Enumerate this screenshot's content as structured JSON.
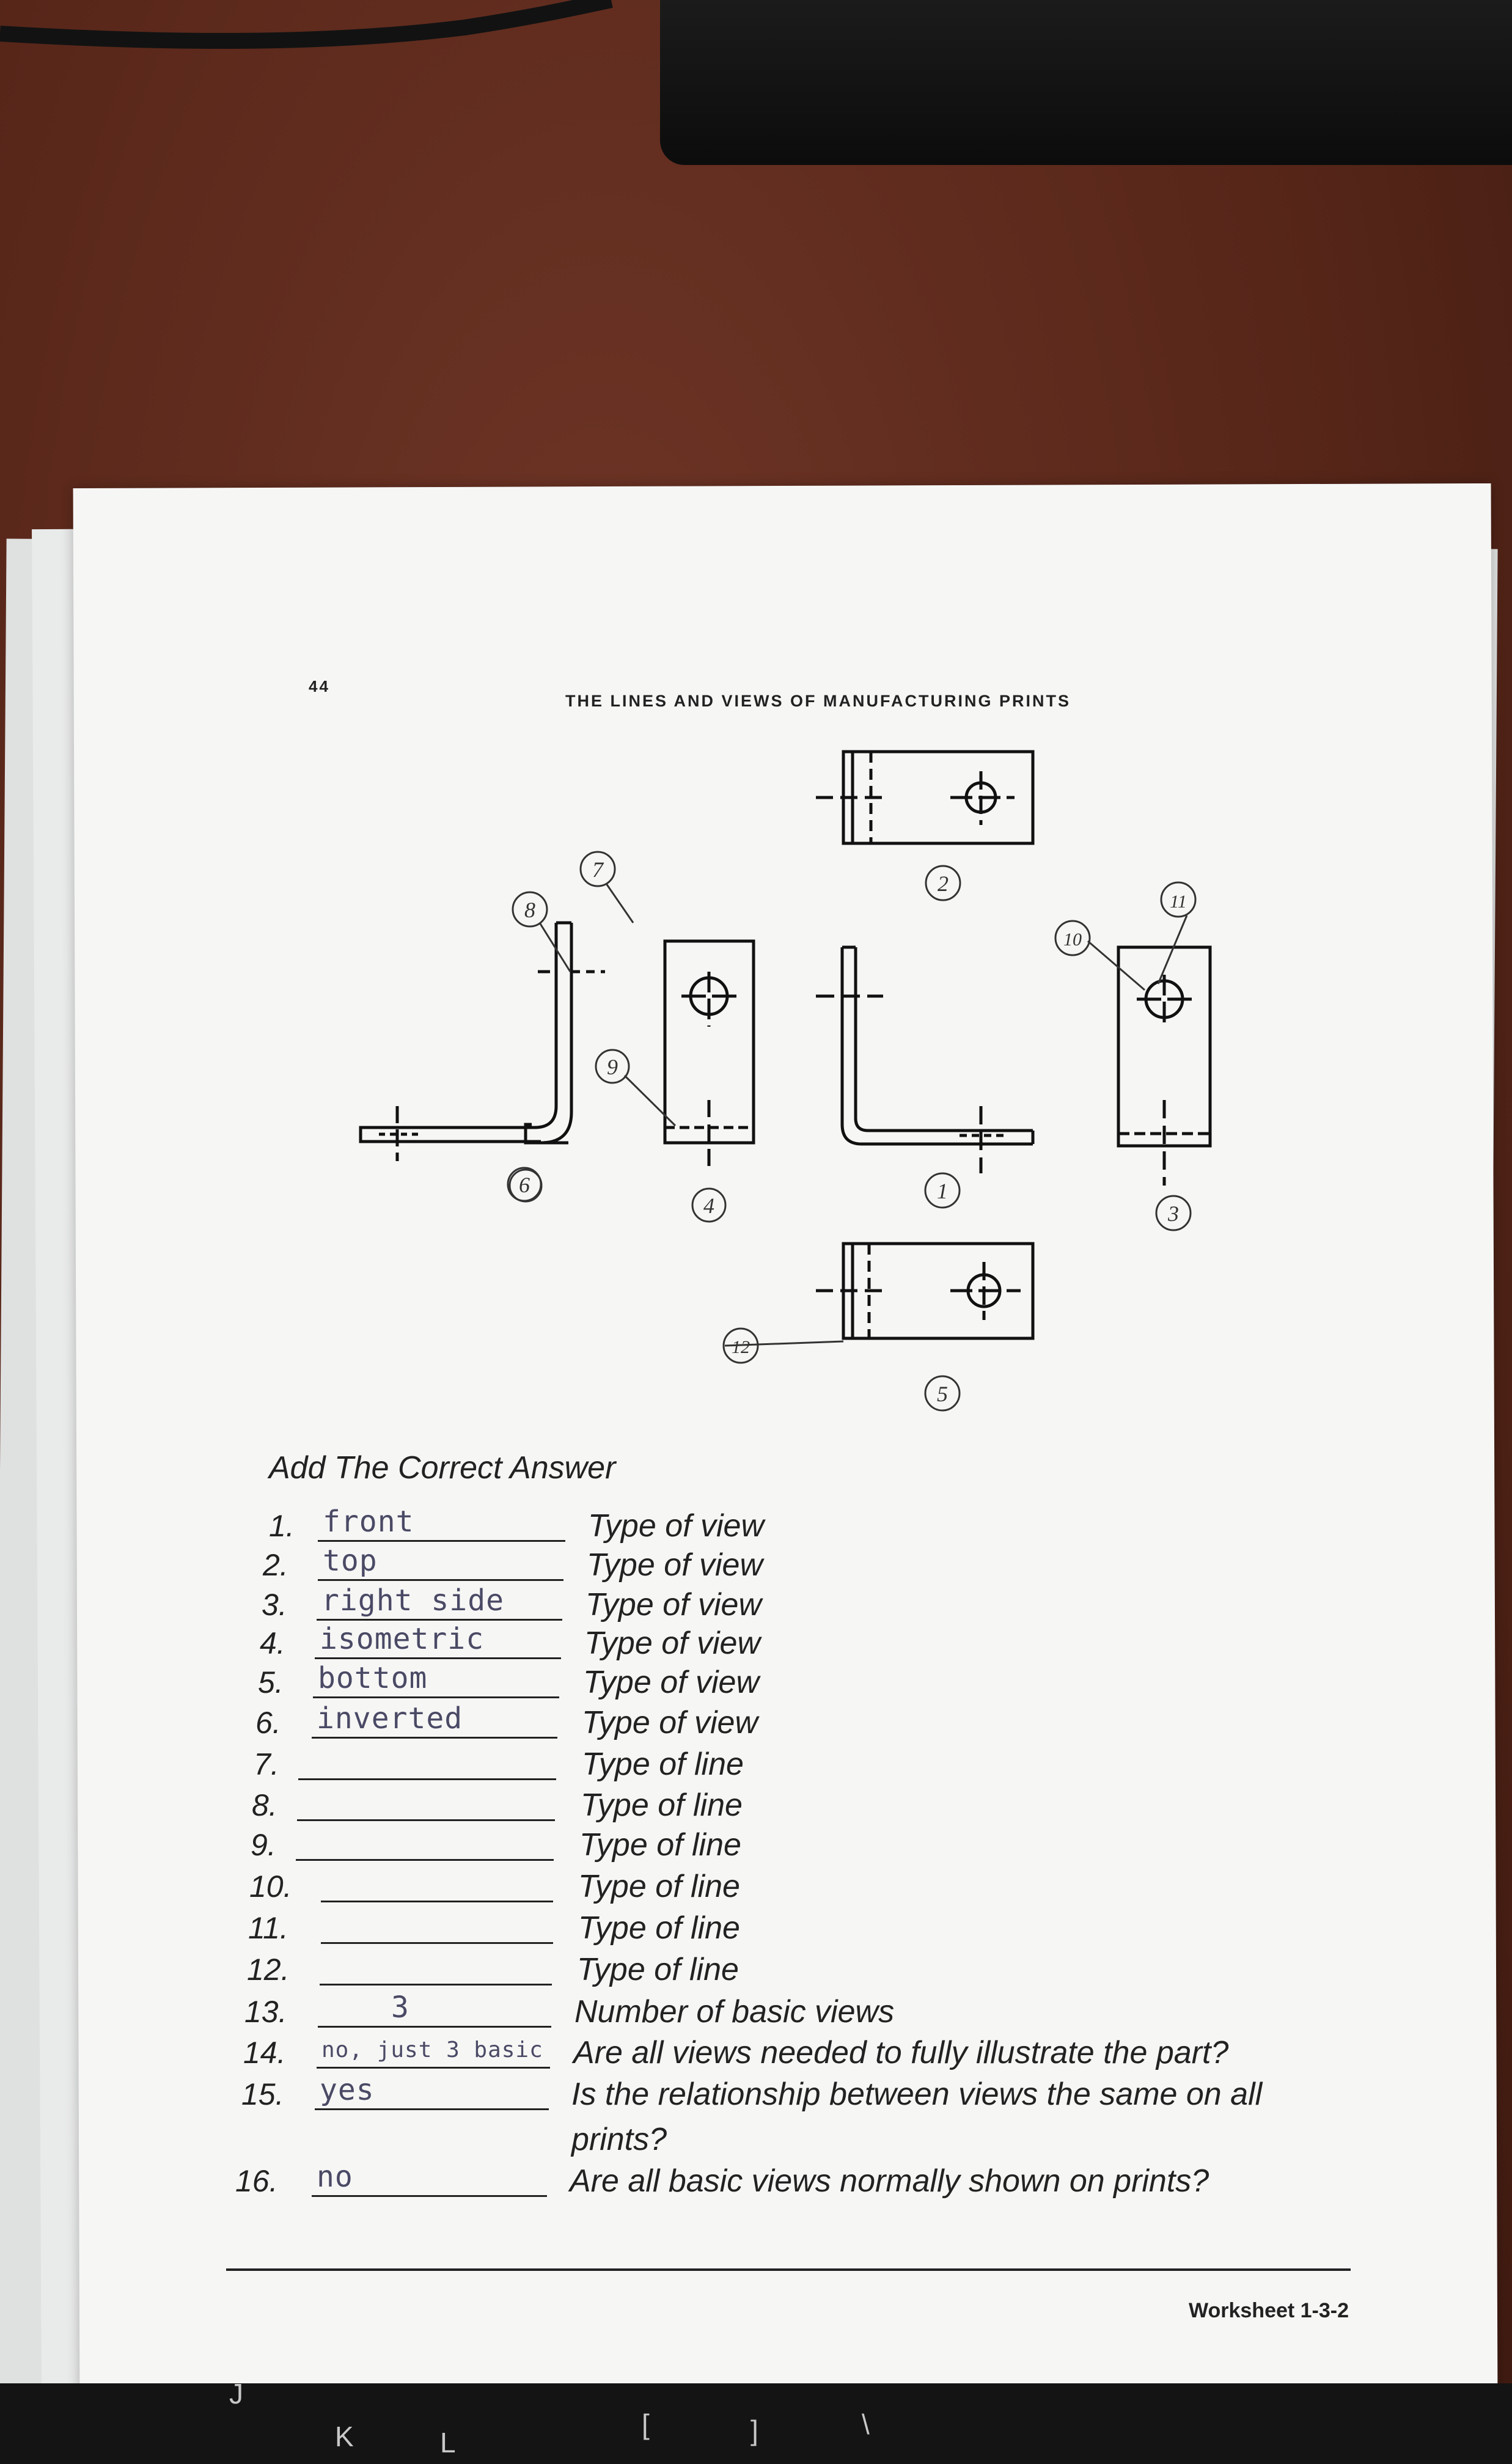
{
  "document": {
    "page_number": "44",
    "header": "THE LINES AND VIEWS OF MANUFACTURING PRINTS",
    "section_title": "Add The Correct Answer",
    "footer_label": "Worksheet 1-3-2"
  },
  "drawing": {
    "callouts": [
      "1",
      "2",
      "3",
      "4",
      "5",
      "6",
      "7",
      "8",
      "9",
      "10",
      "11",
      "12"
    ]
  },
  "questions": [
    {
      "num": "1.",
      "answer": "front",
      "desc": "Type of view"
    },
    {
      "num": "2.",
      "answer": "top",
      "desc": "Type of view"
    },
    {
      "num": "3.",
      "answer": "right side",
      "desc": "Type of view"
    },
    {
      "num": "4.",
      "answer": "isometric",
      "desc": "Type of view"
    },
    {
      "num": "5.",
      "answer": "bottom",
      "desc": "Type of view"
    },
    {
      "num": "6.",
      "answer": "inverted",
      "desc": "Type of view"
    },
    {
      "num": "7.",
      "answer": "",
      "desc": "Type of line"
    },
    {
      "num": "8.",
      "answer": "",
      "desc": "Type of line"
    },
    {
      "num": "9.",
      "answer": "",
      "desc": "Type of line"
    },
    {
      "num": "10.",
      "answer": "",
      "desc": "Type of line"
    },
    {
      "num": "11.",
      "answer": "",
      "desc": "Type of line"
    },
    {
      "num": "12.",
      "answer": "",
      "desc": "Type of line"
    },
    {
      "num": "13.",
      "answer": "3",
      "desc": "Number of basic views"
    },
    {
      "num": "14.",
      "answer": "no, just 3 basic",
      "desc": "Are all views needed to fully illustrate the part?"
    },
    {
      "num": "15.",
      "answer": "yes",
      "desc": "Is the relationship between views the same on all prints?"
    },
    {
      "num": "16.",
      "answer": "no",
      "desc": "Are all basic views normally shown on prints?"
    }
  ],
  "keyboard": {
    "keys": [
      "J",
      "K",
      "L",
      "[",
      "]",
      "\\"
    ]
  }
}
